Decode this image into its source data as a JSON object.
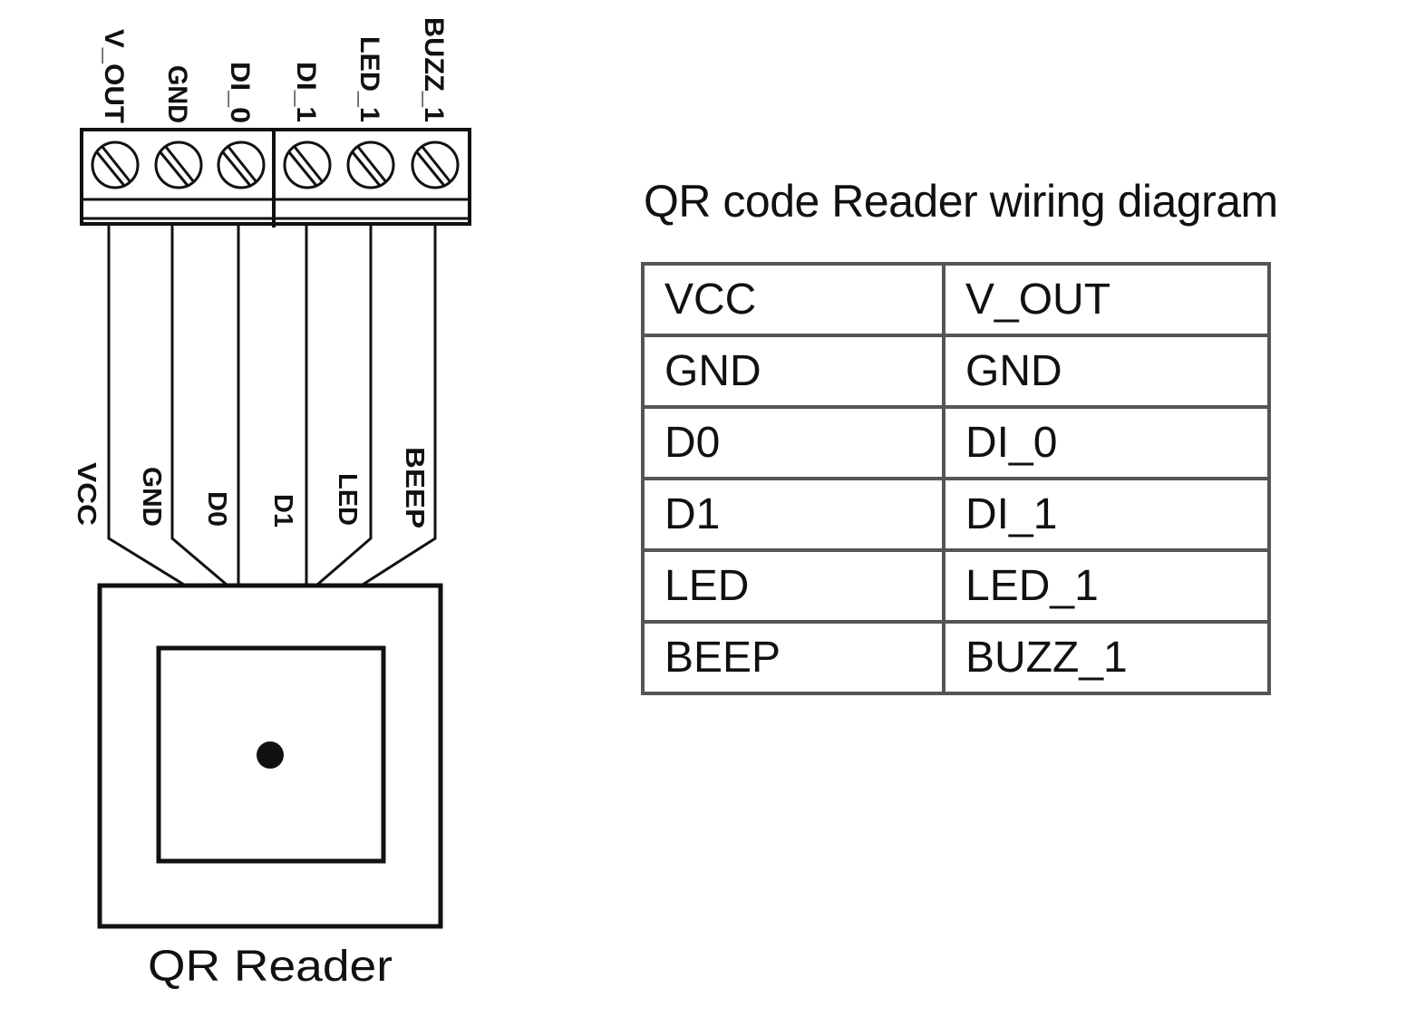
{
  "terminal_block": {
    "pins": [
      "V_OUT",
      "GND",
      "DI_0",
      "DI_1",
      "LED_1",
      "BUZZ_1"
    ]
  },
  "reader_wires": {
    "labels": [
      "VCC",
      "GND",
      "D0",
      "D1",
      "LED",
      "BEEP"
    ]
  },
  "reader": {
    "caption": "QR Reader"
  },
  "table": {
    "title": "QR code Reader wiring diagram",
    "rows": [
      {
        "reader_pin": "VCC",
        "terminal": "V_OUT"
      },
      {
        "reader_pin": "GND",
        "terminal": "GND"
      },
      {
        "reader_pin": "D0",
        "terminal": "DI_0"
      },
      {
        "reader_pin": "D1",
        "terminal": "DI_1"
      },
      {
        "reader_pin": "LED",
        "terminal": "LED_1"
      },
      {
        "reader_pin": "BEEP",
        "terminal": "BUZZ_1"
      }
    ]
  },
  "colors": {
    "line": "#111111",
    "table_border": "#555555",
    "background": "#ffffff"
  }
}
